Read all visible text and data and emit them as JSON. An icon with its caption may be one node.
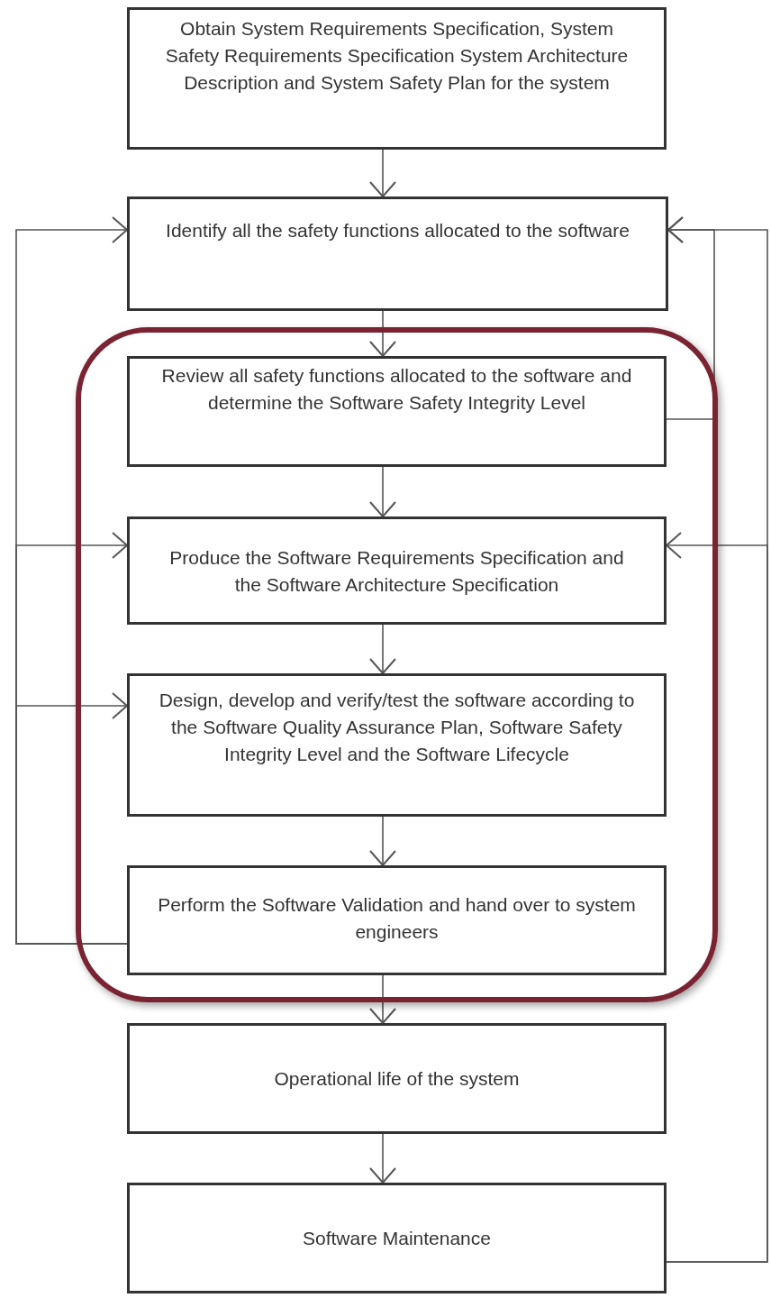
{
  "diagram": {
    "nodes": [
      {
        "text": [
          "Obtain System Requirements Specification, System Safety Requirements Specification System Architecture Description and System Safety Plan for the system"
        ]
      },
      {
        "text": [
          "Identify all the safety functions allocated to the software"
        ]
      },
      {
        "text": [
          "Review all safety functions allocated to the software and determine the Software Safety Integrity Level"
        ]
      },
      {
        "text": [
          "Produce the Software Requirements Specification and the Software Architecture Specification"
        ]
      },
      {
        "text": [
          "Design, develop and verify/test the software according to the Software Quality Assurance Plan, Software Safety Integrity Level and the Software Lifecycle"
        ]
      },
      {
        "text": [
          "Perform the Software Validation and hand over to system engineers"
        ]
      },
      {
        "text": [
          "Operational life of the system"
        ]
      },
      {
        "text": [
          "Software Maintenance"
        ]
      }
    ],
    "edges": [
      {
        "from": 0,
        "to": 1,
        "arrow": "to"
      },
      {
        "from": 1,
        "to": 2,
        "arrow": "to"
      },
      {
        "from": 2,
        "to": 3,
        "arrow": "to"
      },
      {
        "from": 3,
        "to": 4,
        "arrow": "to"
      },
      {
        "from": 4,
        "to": 5,
        "arrow": "to"
      },
      {
        "from": 5,
        "to": 6,
        "arrow": "to"
      },
      {
        "from": 6,
        "to": 7,
        "arrow": "to"
      },
      {
        "from": 5,
        "to": 1,
        "arrow": "to"
      },
      {
        "from": 5,
        "to": 3,
        "arrow": "to"
      },
      {
        "from": 5,
        "to": 4,
        "arrow": "to"
      },
      {
        "from": 2,
        "to": 1,
        "arrow": "to"
      },
      {
        "from": 7,
        "to": 1,
        "arrow": "to"
      },
      {
        "from": 7,
        "to": 3,
        "arrow": "to"
      }
    ]
  }
}
